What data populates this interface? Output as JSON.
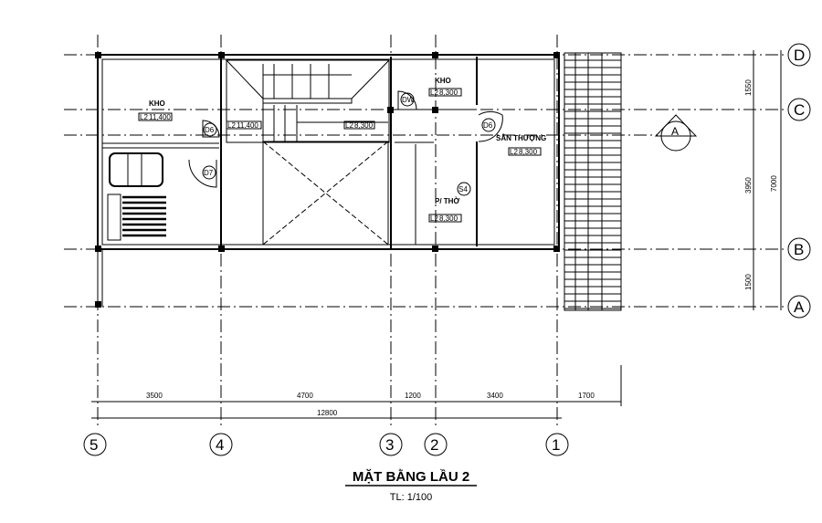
{
  "rooms": [
    {
      "name": "KHO",
      "level": "11,400"
    },
    {
      "name": "KHO",
      "level": "8,300"
    },
    {
      "name": "SÂN THƯỢNG",
      "level": "8,300"
    },
    {
      "name": "P/ THỜ",
      "level": "8,300"
    }
  ],
  "stair_levels": [
    "11,400",
    "8,300"
  ],
  "level_prefix": "L2",
  "doors": [
    "D6",
    "D7",
    "DW",
    "D6"
  ],
  "tag_s4": "S4",
  "section_mark": "A",
  "horizontal_dims": [
    "3500",
    "4700",
    "1200",
    "3400",
    "1700"
  ],
  "horizontal_total": "12800",
  "vertical_dims": [
    "1550",
    "3950",
    "1500"
  ],
  "vertical_total": "7000",
  "grid_columns": [
    "5",
    "4",
    "3",
    "2",
    "1"
  ],
  "grid_rows": [
    "D",
    "C",
    "B",
    "A"
  ],
  "title": "MẶT BẰNG LẦU 2",
  "scale": "TL: 1/100"
}
